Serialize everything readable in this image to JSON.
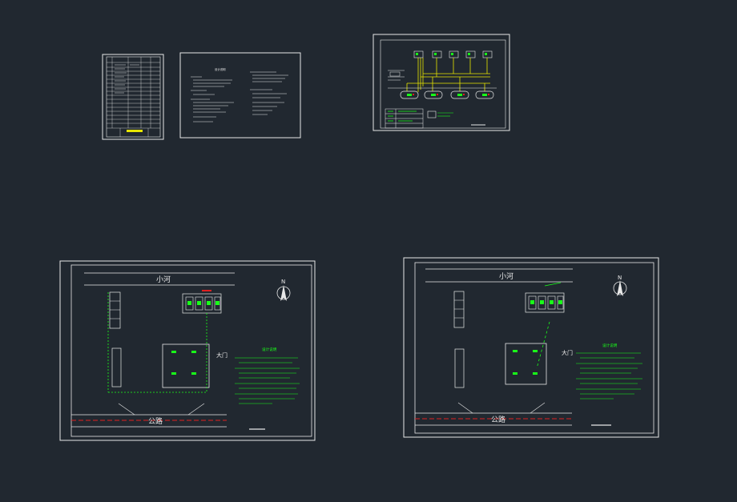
{
  "canvas": {
    "background": "#212830",
    "line_color": "#e8e8e8",
    "note_color": "#19ff19",
    "pipe_color": "#e8e600",
    "road_color": "#e02020"
  },
  "site_plan_left": {
    "river_label": "小河",
    "road_label": "公路",
    "gate_label": "大门",
    "notes_title": "设计说明",
    "north_label": "N"
  },
  "site_plan_right": {
    "river_label": "小河",
    "road_label": "公路",
    "gate_label": "大门",
    "notes_title": "设计说明",
    "north_label": "N"
  },
  "notes_sheet": {
    "title": "设计说明"
  }
}
